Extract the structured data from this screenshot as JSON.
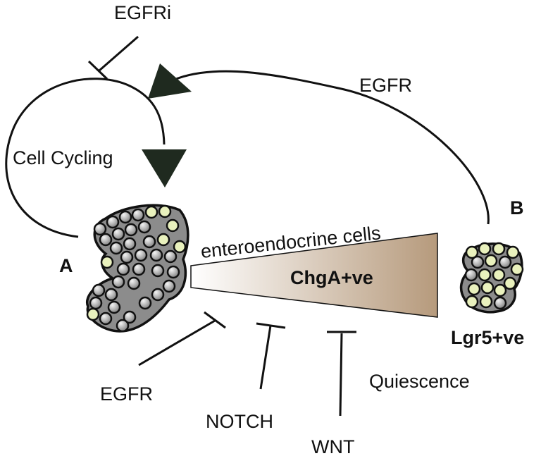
{
  "labels": {
    "egfri": "EGFRi",
    "egfr_top": "EGFR",
    "cell_cycling": "Cell Cycling",
    "label_a": "A",
    "label_b": "B",
    "enteroendocrine": "enteroendocrine cells",
    "chga": "ChgA+ve",
    "lgr5": "Lgr5+ve",
    "quiescence": "Quiescence",
    "egfr_bottom": "EGFR",
    "notch": "NOTCH",
    "wnt": "WNT"
  },
  "colors": {
    "lgr5_text": "#2a8a3a",
    "wedge_start": "#ffffff",
    "wedge_end": "#b69a7c",
    "arrowhead": "#1f2a1f",
    "cell_yellow": "#e9f1bd",
    "cell_grey": "#a9a9a9"
  }
}
